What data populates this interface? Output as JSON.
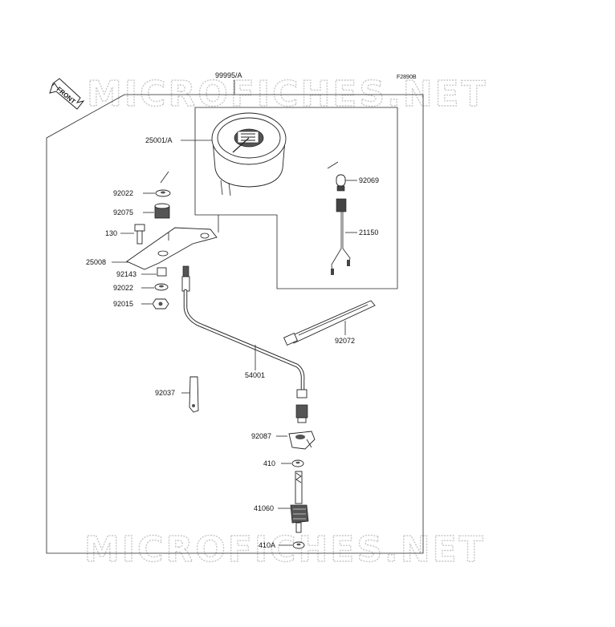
{
  "diagram": {
    "figure_code": "F2890B",
    "front_label": "FRONT",
    "watermark_text": "MICROFICHES.NET",
    "assembly_label": "99995/A",
    "parts": [
      {
        "id": "25001_A",
        "number": "25001/A"
      },
      {
        "id": "92069",
        "number": "92069"
      },
      {
        "id": "21150",
        "number": "21150"
      },
      {
        "id": "92022_top",
        "number": "92022"
      },
      {
        "id": "92075",
        "number": "92075"
      },
      {
        "id": "130",
        "number": "130"
      },
      {
        "id": "25008",
        "number": "25008"
      },
      {
        "id": "92143",
        "number": "92143"
      },
      {
        "id": "92022_bottom",
        "number": "92022"
      },
      {
        "id": "92015",
        "number": "92015"
      },
      {
        "id": "92072",
        "number": "92072"
      },
      {
        "id": "54001",
        "number": "54001"
      },
      {
        "id": "92037",
        "number": "92037"
      },
      {
        "id": "92087",
        "number": "92087"
      },
      {
        "id": "410",
        "number": "410"
      },
      {
        "id": "41060",
        "number": "41060"
      },
      {
        "id": "410A",
        "number": "410A"
      }
    ]
  }
}
